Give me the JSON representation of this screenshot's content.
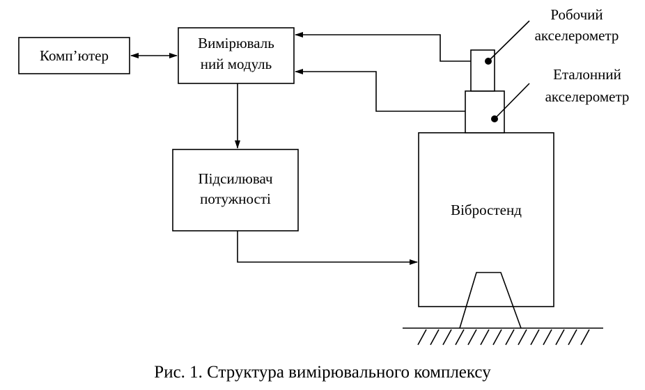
{
  "blocks": {
    "computer": "Комп’ютер",
    "measuring_module": [
      "Вимірюваль",
      "ний модуль"
    ],
    "power_amplifier": [
      "Підсилювач",
      "потужності"
    ],
    "vibration_stand": "Вібростенд"
  },
  "annotations": {
    "working_accelerometer": [
      "Робочий",
      "акселерометр"
    ],
    "reference_accelerometer": [
      "Еталонний",
      "акселерометр"
    ]
  },
  "caption": "Рис. 1. Структура вимірювального комплексу"
}
